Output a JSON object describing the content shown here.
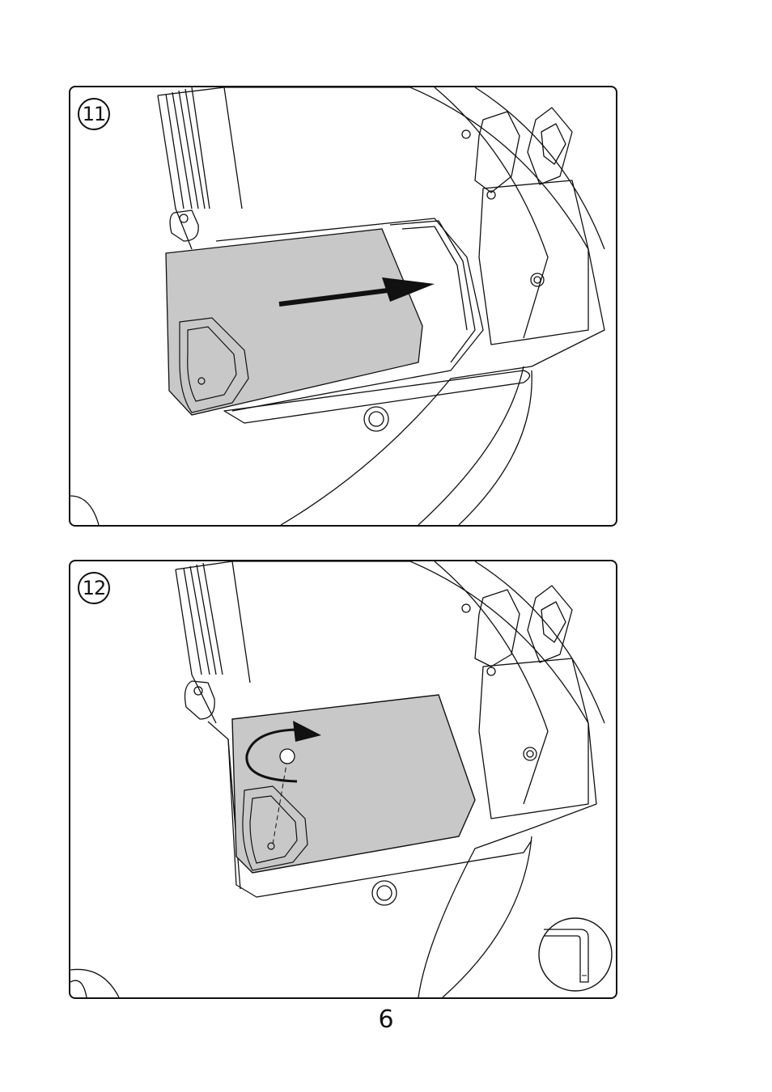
{
  "steps": [
    {
      "number": "11"
    },
    {
      "number": "12"
    }
  ],
  "page_number": "6",
  "icons": {
    "step_11_motion": "arrow-right-icon",
    "step_12_motion": "rotate-clockwise-icon",
    "tool": "hex-key-icon"
  },
  "colors": {
    "line": "#111111",
    "cover_fill": "#c8c8c8"
  }
}
